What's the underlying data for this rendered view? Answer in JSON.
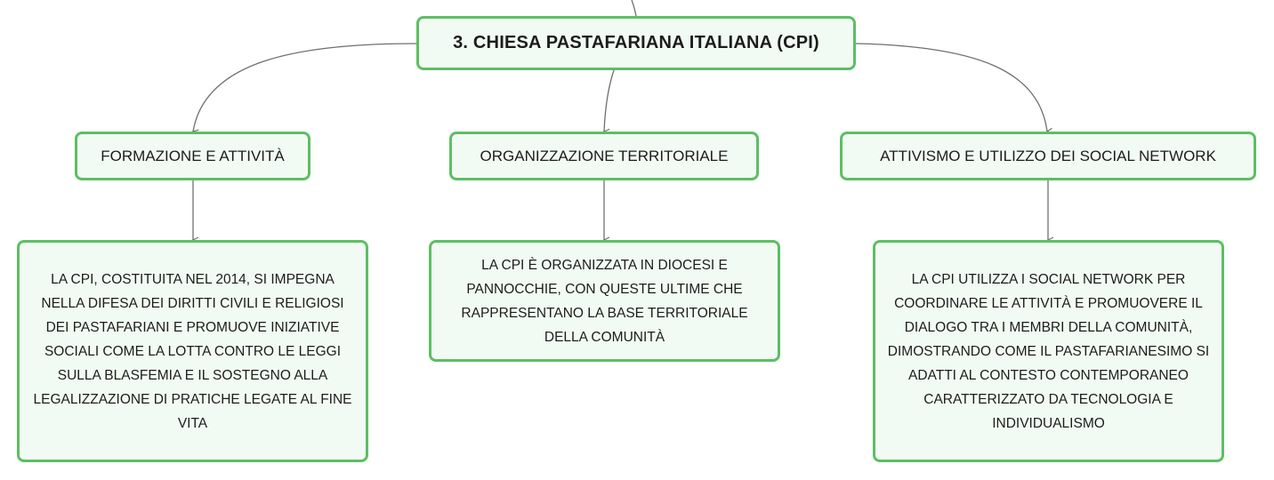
{
  "mindmap": {
    "root": {
      "title": "3. CHIESA PASTAFARIANA ITALIANA (CPI)"
    },
    "branches": [
      {
        "label": "FORMAZIONE E ATTIVITÀ",
        "detail": "LA CPI, COSTITUITA NEL 2014, SI IMPEGNA NELLA DIFESA DEI DIRITTI CIVILI E RELIGIOSI DEI PASTAFARIANI E PROMUOVE INIZIATIVE SOCIALI COME LA LOTTA CONTRO LE LEGGI SULLA BLASFEMIA E IL SOSTEGNO ALLA LEGALIZZAZIONE DI PRATICHE LEGATE AL FINE VITA"
      },
      {
        "label": "ORGANIZZAZIONE TERRITORIALE",
        "detail": "LA CPI È ORGANIZZATA IN DIOCESI E PANNOCCHIE, CON QUESTE ULTIME CHE RAPPRESENTANO LA BASE TERRITORIALE DELLA COMUNITÀ"
      },
      {
        "label": "ATTIVISMO E UTILIZZO DEI SOCIAL NETWORK",
        "detail": "LA CPI UTILIZZA I SOCIAL NETWORK PER COORDINARE LE ATTIVITÀ E PROMUOVERE IL DIALOGO TRA I MEMBRI DELLA COMUNITÀ, DIMOSTRANDO COME IL PASTAFARIANESIMO SI ADATTI AL CONTESTO CONTEMPORANEO CARATTERIZZATO DA TECNOLOGIA E INDIVIDUALISMO"
      }
    ],
    "colors": {
      "node_border": "#5cbf63",
      "node_fill": "#f2fbf3",
      "connector": "#6f6f6f",
      "text": "#1c1c1c"
    }
  }
}
